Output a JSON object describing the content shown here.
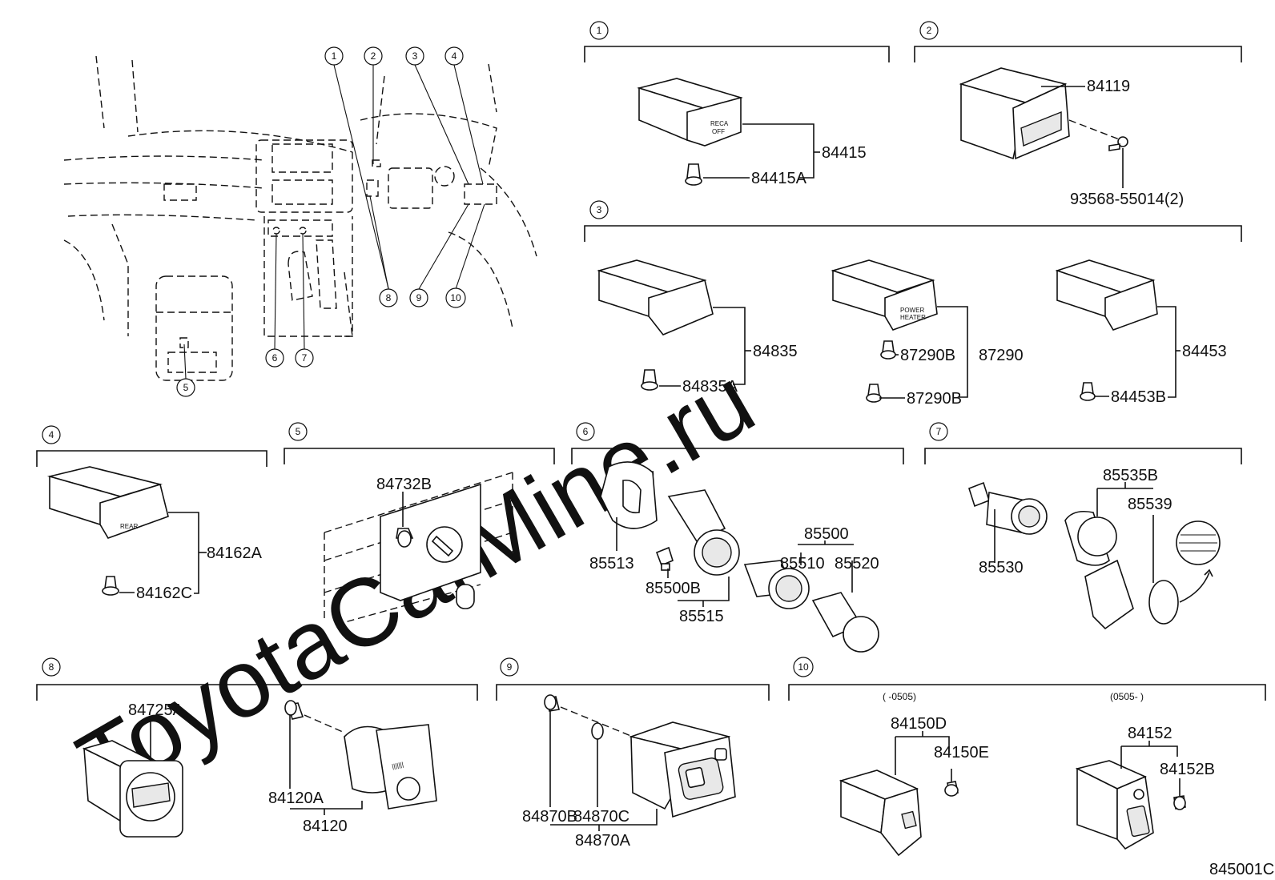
{
  "watermark": "ToyotaCarMine.ru",
  "diagram_code": "845001C",
  "locator_numbers": [
    "1",
    "2",
    "3",
    "4",
    "5",
    "6",
    "7",
    "8",
    "9",
    "10"
  ],
  "sections": {
    "s1": {
      "number": "1",
      "parts": {
        "a": "84415",
        "b": "84415A"
      },
      "switch_text_1": "RECA",
      "switch_text_2": "OFF"
    },
    "s2": {
      "number": "2",
      "parts": {
        "a": "84119",
        "b": "93568-55014(2)"
      }
    },
    "s3": {
      "number": "3",
      "parts": {
        "a": "84835",
        "b": "84835A",
        "c": "87290B",
        "d": "87290",
        "e": "87290B",
        "f": "84453",
        "g": "84453B"
      },
      "switch_text_1": "POWER",
      "switch_text_2": "HEATER"
    },
    "s4": {
      "number": "4",
      "parts": {
        "a": "84162A",
        "b": "84162C"
      },
      "switch_text": "REAR"
    },
    "s5": {
      "number": "5",
      "parts": {
        "a": "84732B"
      }
    },
    "s6": {
      "number": "6",
      "parts": {
        "a": "85500",
        "b": "85510",
        "c": "85520",
        "d": "85513",
        "e": "85500B",
        "f": "85515"
      }
    },
    "s7": {
      "number": "7",
      "parts": {
        "a": "85535B",
        "b": "85539",
        "c": "85530"
      }
    },
    "s8": {
      "number": "8",
      "parts": {
        "a": "84725A",
        "b": "84120A",
        "c": "84120"
      }
    },
    "s9": {
      "number": "9",
      "parts": {
        "a": "84870B",
        "b": "84870C",
        "c": "84870A"
      }
    },
    "s10": {
      "number": "10",
      "parts": {
        "a": "84150D",
        "b": "84150E",
        "c": "84152",
        "d": "84152B"
      },
      "range_1": "(      -0505)",
      "range_2": "(0505-      )"
    }
  }
}
